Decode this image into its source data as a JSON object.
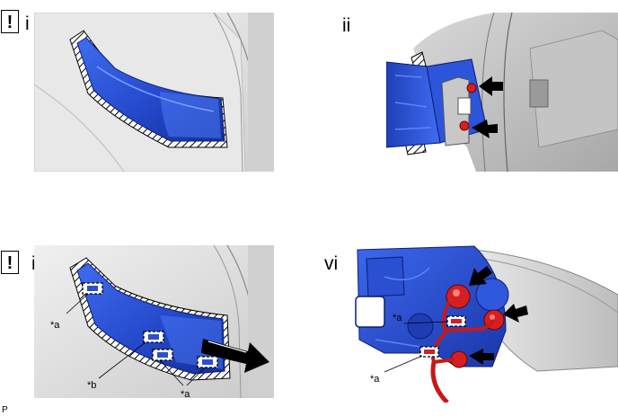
{
  "warning_symbol": "!",
  "panels": {
    "i": {
      "label": "i",
      "warning": true
    },
    "ii": {
      "label": "ii",
      "warning": false
    },
    "iii": {
      "label": "iii",
      "warning": true
    },
    "vi": {
      "label": "vi",
      "warning": false
    }
  },
  "callouts": {
    "iii_a_top": "*a",
    "iii_b": "*b",
    "iii_a_bottom": "*a",
    "vi_a_upper": "*a",
    "vi_a_lower": "*a"
  },
  "footer_code": "P",
  "colors": {
    "part_blue": "#2a4fd0",
    "connector_red": "#d42020",
    "panel_gray": "#e2e2e2",
    "arrow": "#000000"
  },
  "icons": [
    "warning-box-icon",
    "direction-arrow-icon",
    "hatched-edge"
  ]
}
